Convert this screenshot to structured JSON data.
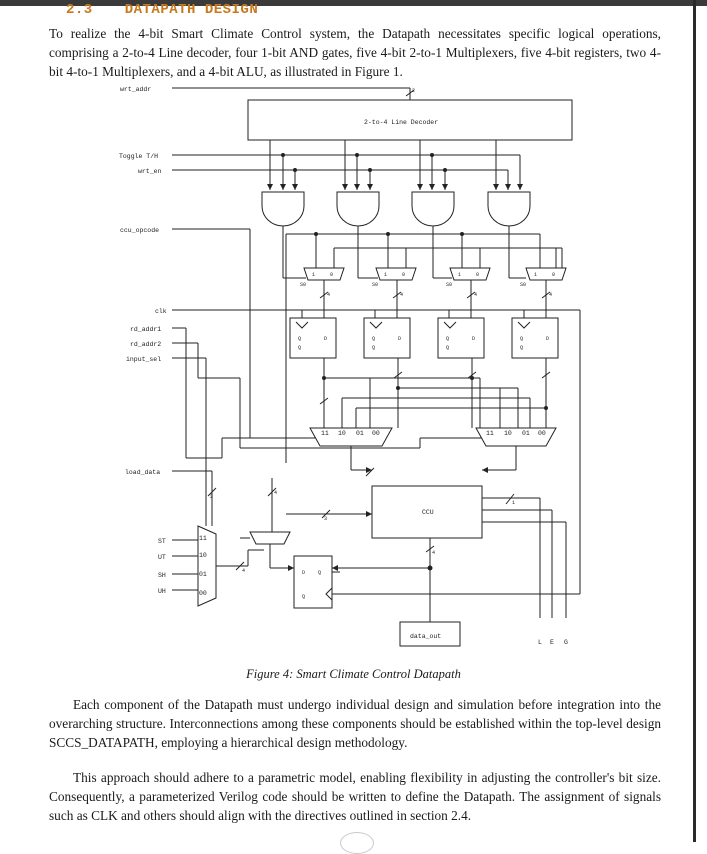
{
  "section": {
    "number": "2.3",
    "title": "DATAPATH DESIGN"
  },
  "paragraphs": {
    "intro": "To realize the 4-bit Smart Climate Control system, the Datapath necessitates specific logical operations, comprising a 2-to-4 Line decoder, four 1-bit AND gates, five 4-bit 2-to-1 Multiplexers, five 4-bit registers, two 4-bit 4-to-1 Multiplexers, and a 4-bit ALU, as illustrated in Figure 1.",
    "design": "Each component of the Datapath must undergo individual design and simulation before integration into the overarching structure. Interconnections among these components should be established within the top-level design SCCS_DATAPATH, employing a hierarchical design methodology.",
    "parametric": "This approach should adhere to a parametric model, enabling flexibility in adjusting the controller's bit size. Consequently, a parameterized Verilog code should be written to define the Datapath. The assignment of signals such as CLK and others should align with the directives outlined in section 2.4."
  },
  "figure": {
    "caption": "Figure 4: Smart Climate Control Datapath",
    "decoder_label": "2-to-4 Line Decoder",
    "ccu_label": "CCU",
    "data_out_label": "data_out",
    "signals": {
      "wrt_addr": "wrt_addr",
      "toggle": "Toggle T/H",
      "wrt_en": "wrt_en",
      "ccu_opcode": "ccu_opcode",
      "clk": "clk",
      "rd_addr1": "rd_addr1",
      "rd_addr2": "rd_addr2",
      "input_sel": "input_sel",
      "load_data": "load_data"
    },
    "inputs": [
      "ST",
      "UT",
      "SH",
      "UH"
    ],
    "input_mux_sels": [
      "11",
      "10",
      "01",
      "00"
    ],
    "read_mux_sels": [
      "11",
      "10",
      "01",
      "00"
    ],
    "reg_pins": {
      "d": "D",
      "q": "Q",
      "qbar": "Q"
    },
    "mux2_sels": [
      "1",
      "0"
    ],
    "mux2_sel_pin": "S0",
    "outputs": [
      "L",
      "E",
      "G"
    ],
    "bus_widths": {
      "w2": "2",
      "w3": "3",
      "w4": "4",
      "w1": "1"
    }
  }
}
